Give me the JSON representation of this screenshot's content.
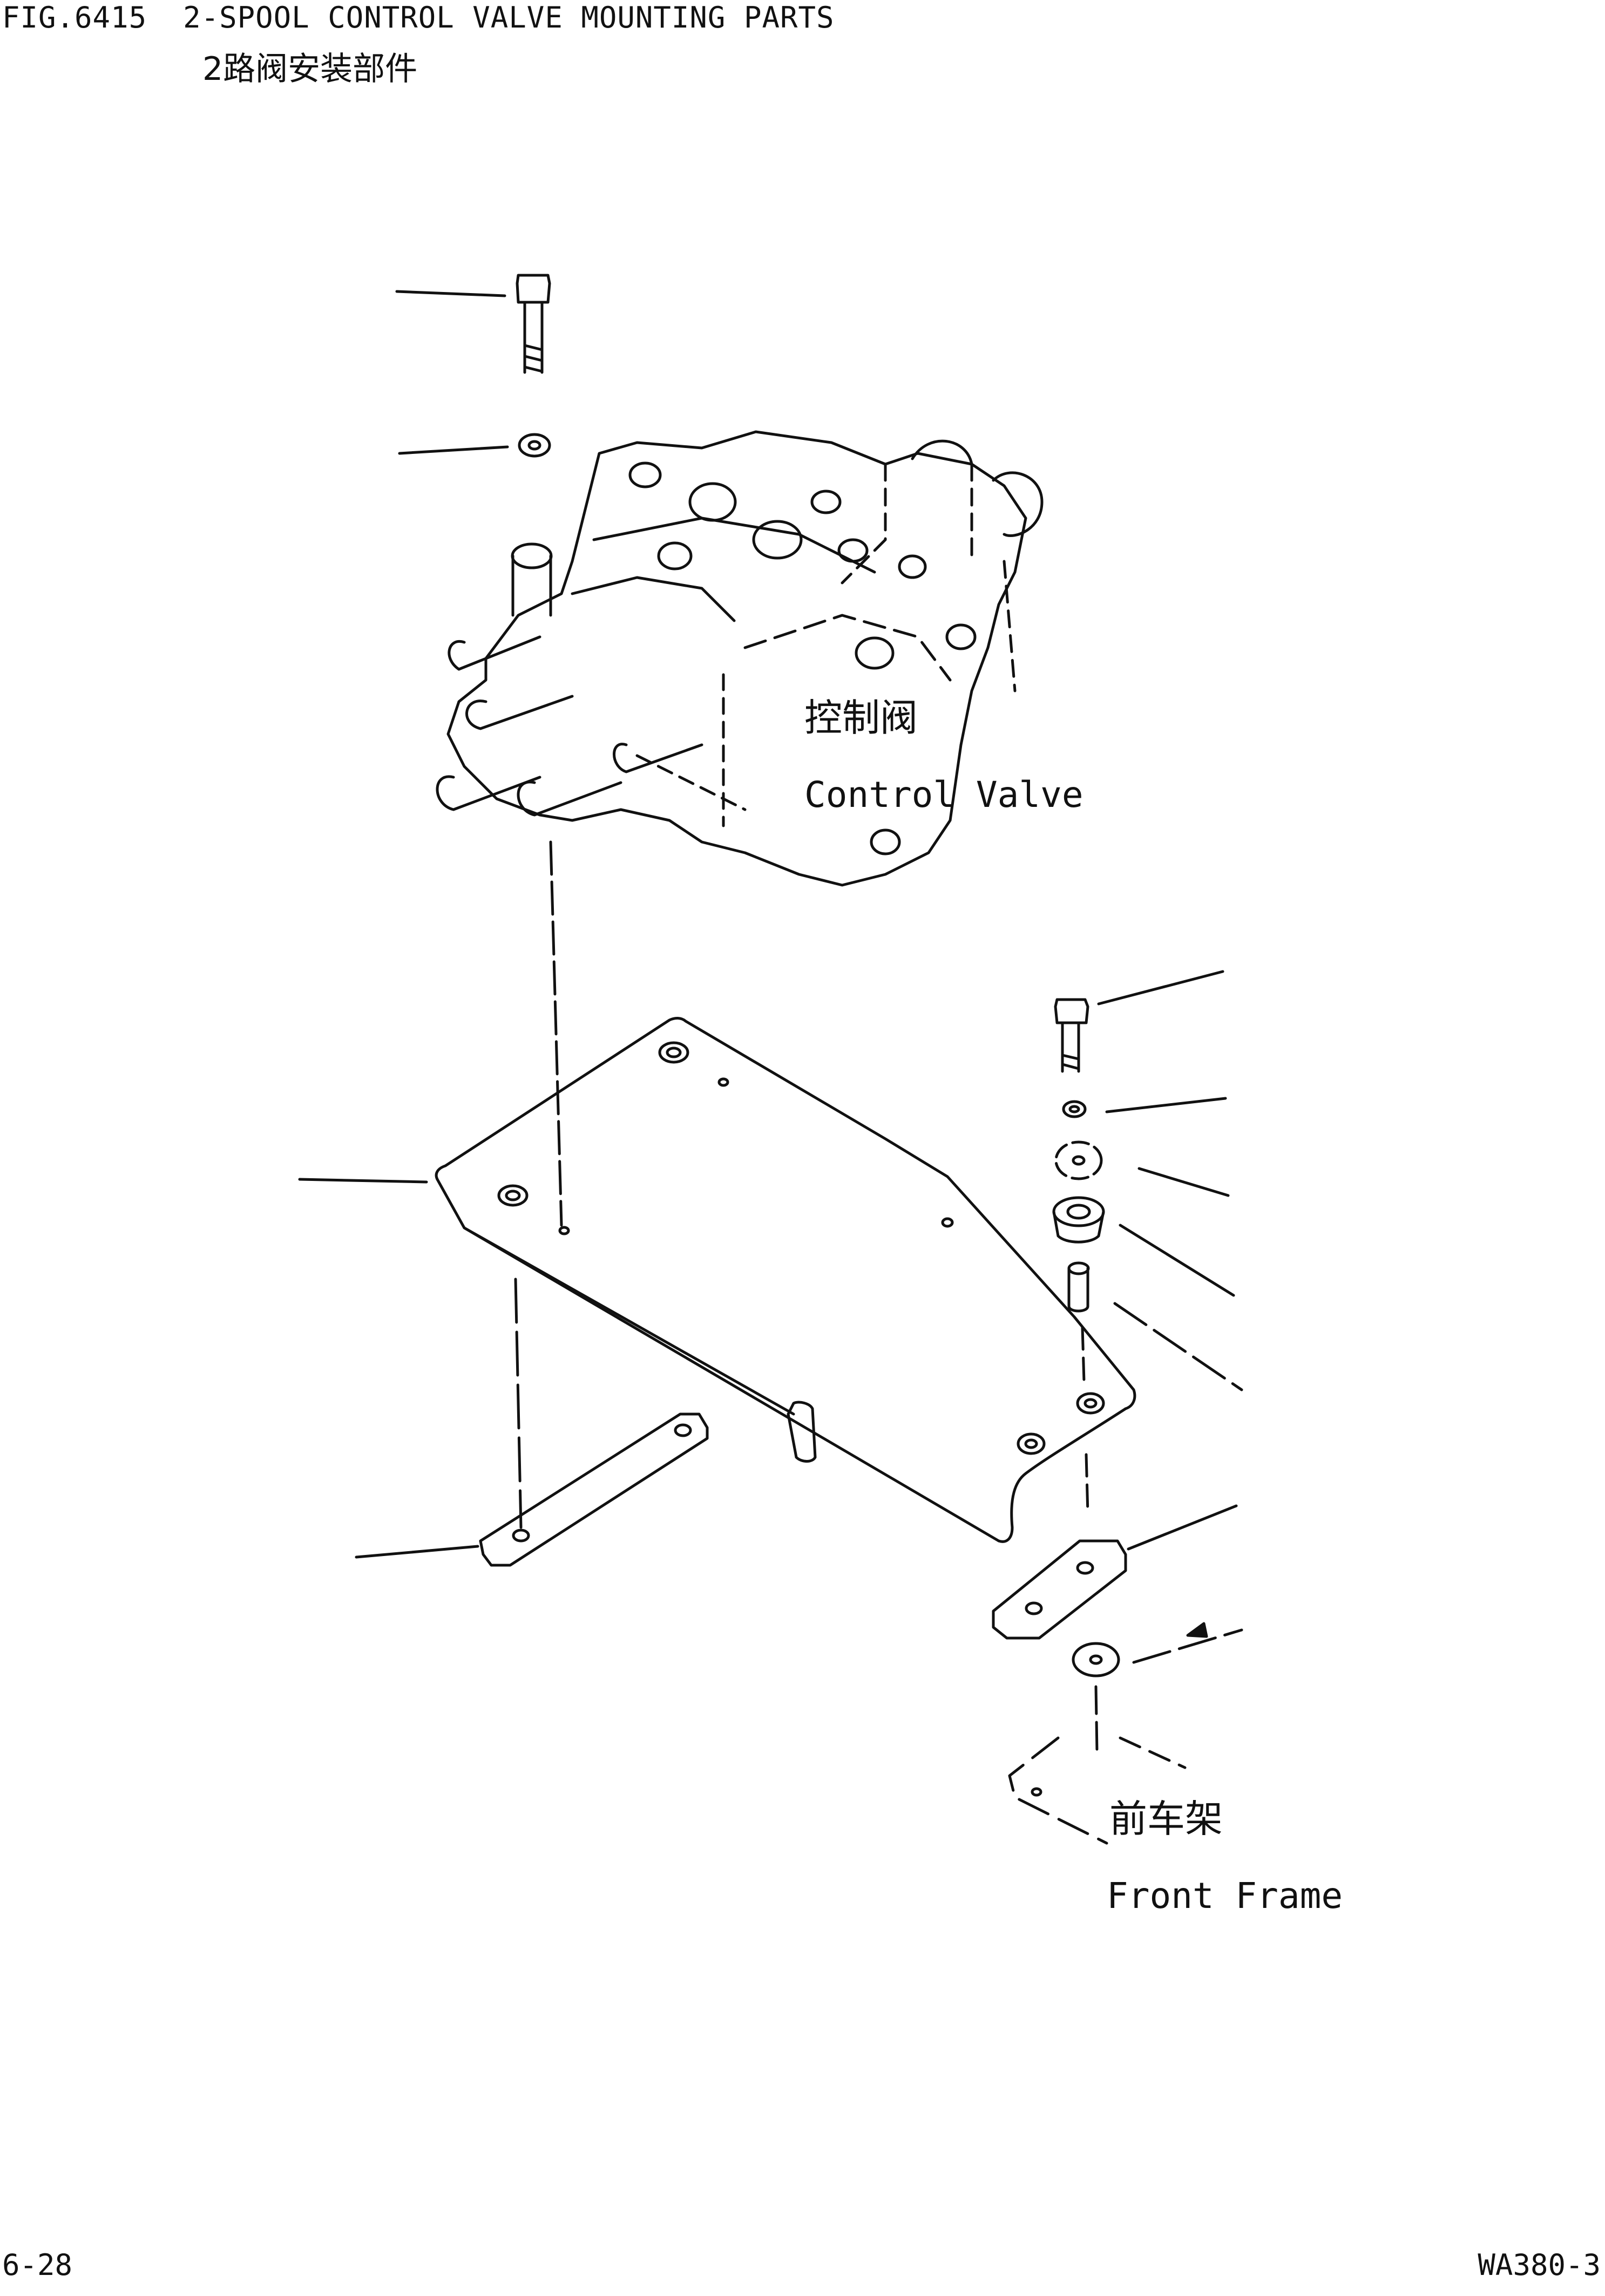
{
  "header": {
    "figure_title": "FIG.6415  2-SPOOL CONTROL VALVE MOUNTING PARTS",
    "figure_subtitle": "2路阀安装部件"
  },
  "labels": {
    "control_valve_cn": "控制阀",
    "control_valve_en": "Control Valve",
    "front_frame_cn": "前车架",
    "front_frame_en": "Front Frame"
  },
  "footer": {
    "page_number": "6-28",
    "model_code": "WA380-3"
  },
  "colors": {
    "ink": "#111111",
    "background": "#ffffff"
  }
}
